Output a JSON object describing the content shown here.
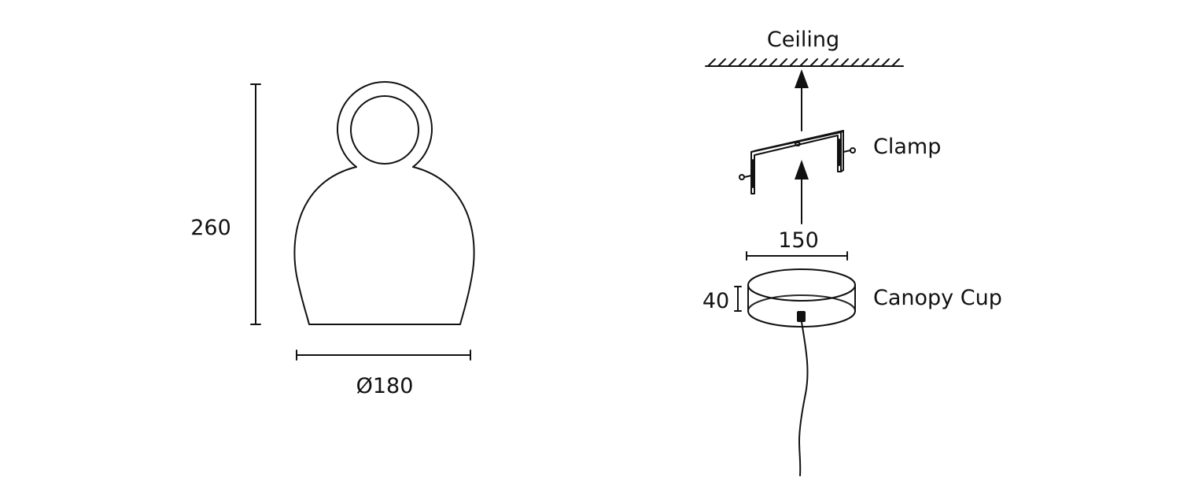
{
  "dimensions": {
    "height": "260",
    "diameter": "Ø180",
    "clamp_width": "150",
    "canopy_height": "40"
  },
  "labels": {
    "ceiling": "Ceiling",
    "clamp": "Clamp",
    "canopy": "Canopy Cup"
  },
  "colors": {
    "line": "#111111",
    "background": "#ffffff"
  },
  "icons": [
    "up-arrow-icon",
    "screw-icon"
  ]
}
